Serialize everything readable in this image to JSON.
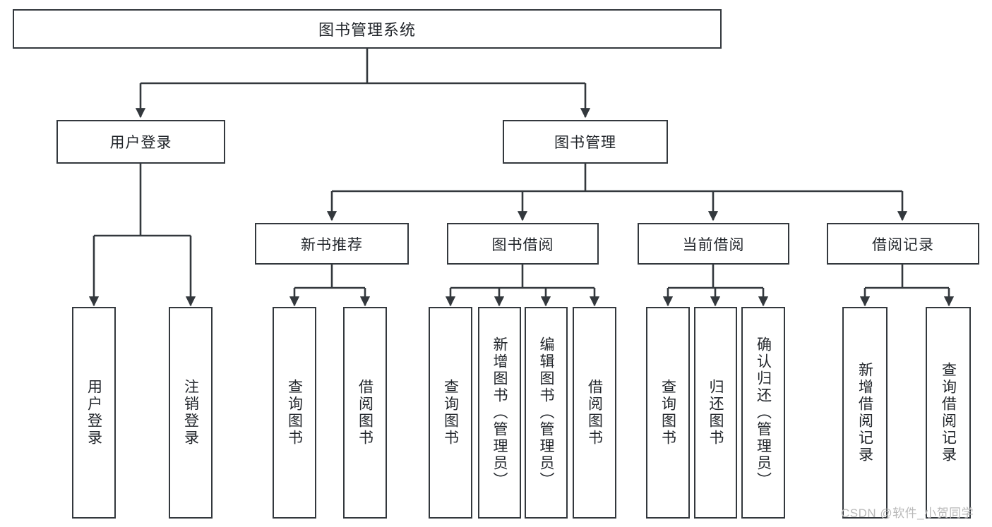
{
  "diagram": {
    "title": "图书管理系统",
    "root": {
      "label": "图书管理系统"
    },
    "level2": [
      {
        "label": "用户登录"
      },
      {
        "label": "图书管理"
      }
    ],
    "level3": [
      {
        "label": "新书推荐"
      },
      {
        "label": "图书借阅"
      },
      {
        "label": "当前借阅"
      },
      {
        "label": "借阅记录"
      }
    ],
    "leaves": {
      "user_login": [
        {
          "label": "用户登录"
        },
        {
          "label": "注销登录"
        }
      ],
      "new_book": [
        {
          "label": "查询图书"
        },
        {
          "label": "借阅图书"
        }
      ],
      "book_borrow": [
        {
          "label": "查询图书"
        },
        {
          "label": "新增图书（管理员）"
        },
        {
          "label": "编辑图书（管理员）"
        },
        {
          "label": "借阅图书"
        }
      ],
      "current_borrow": [
        {
          "label": "查询图书"
        },
        {
          "label": "归还图书"
        },
        {
          "label": "确认归还（管理员）"
        }
      ],
      "borrow_record": [
        {
          "label": "新增借阅记录"
        },
        {
          "label": "查询借阅记录"
        }
      ]
    }
  },
  "watermark": {
    "text": "CSDN @软件_小贺同学"
  },
  "colors": {
    "line": "#33383d",
    "box_fill": "#ffffff",
    "text": "#22262b",
    "watermark": "#b9b9b9"
  }
}
